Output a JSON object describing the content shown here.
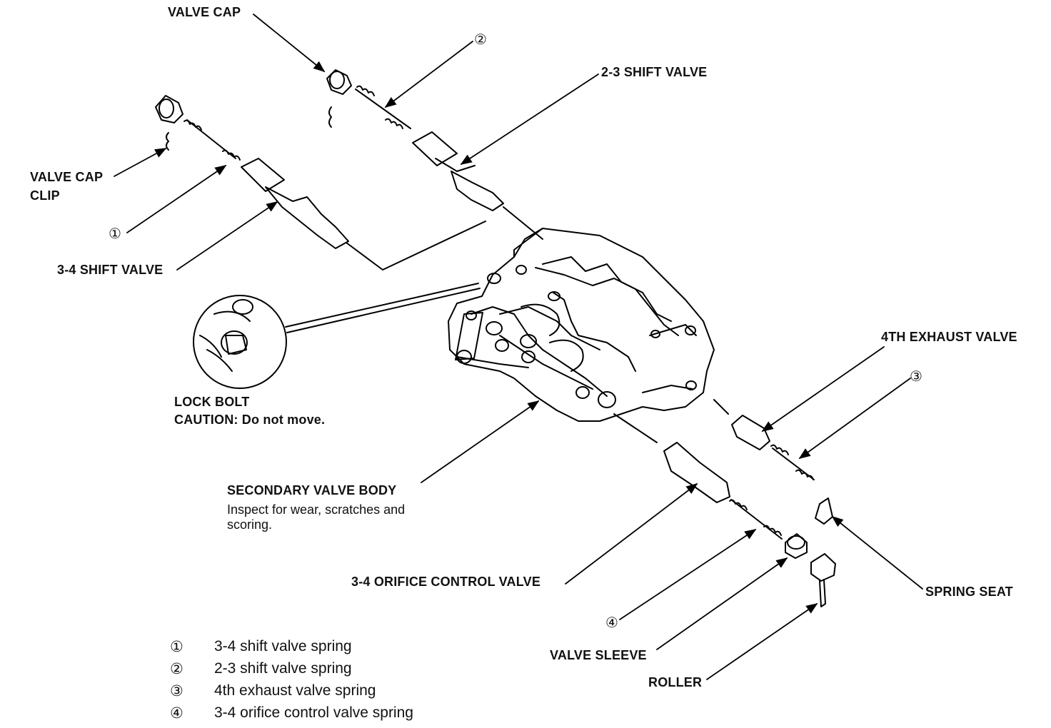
{
  "labels": {
    "valve_cap": "VALVE CAP",
    "shift_23": "2-3 SHIFT VALVE",
    "valve_cap_clip_1": "VALVE CAP",
    "valve_cap_clip_2": "CLIP",
    "shift_34": "3-4 SHIFT VALVE",
    "lock_bolt": "LOCK BOLT",
    "caution": "CAUTION:  Do not move.",
    "secondary_body": "SECONDARY VALVE BODY",
    "secondary_note_1": "Inspect for wear, scratches and",
    "secondary_note_2": "scoring.",
    "exhaust_4th": "4TH EXHAUST VALVE",
    "orifice_34": "3-4 ORIFICE CONTROL VALVE",
    "spring_seat": "SPRING SEAT",
    "valve_sleeve": "VALVE SLEEVE",
    "roller": "ROLLER"
  },
  "callouts": {
    "c1": "①",
    "c2": "②",
    "c3": "③",
    "c4": "④"
  },
  "legend": [
    {
      "mark": "①",
      "text": "3-4 shift valve spring"
    },
    {
      "mark": "②",
      "text": "2-3 shift valve spring"
    },
    {
      "mark": "③",
      "text": "4th exhaust valve spring"
    },
    {
      "mark": "④",
      "text": "3-4 orifice control valve spring"
    }
  ]
}
